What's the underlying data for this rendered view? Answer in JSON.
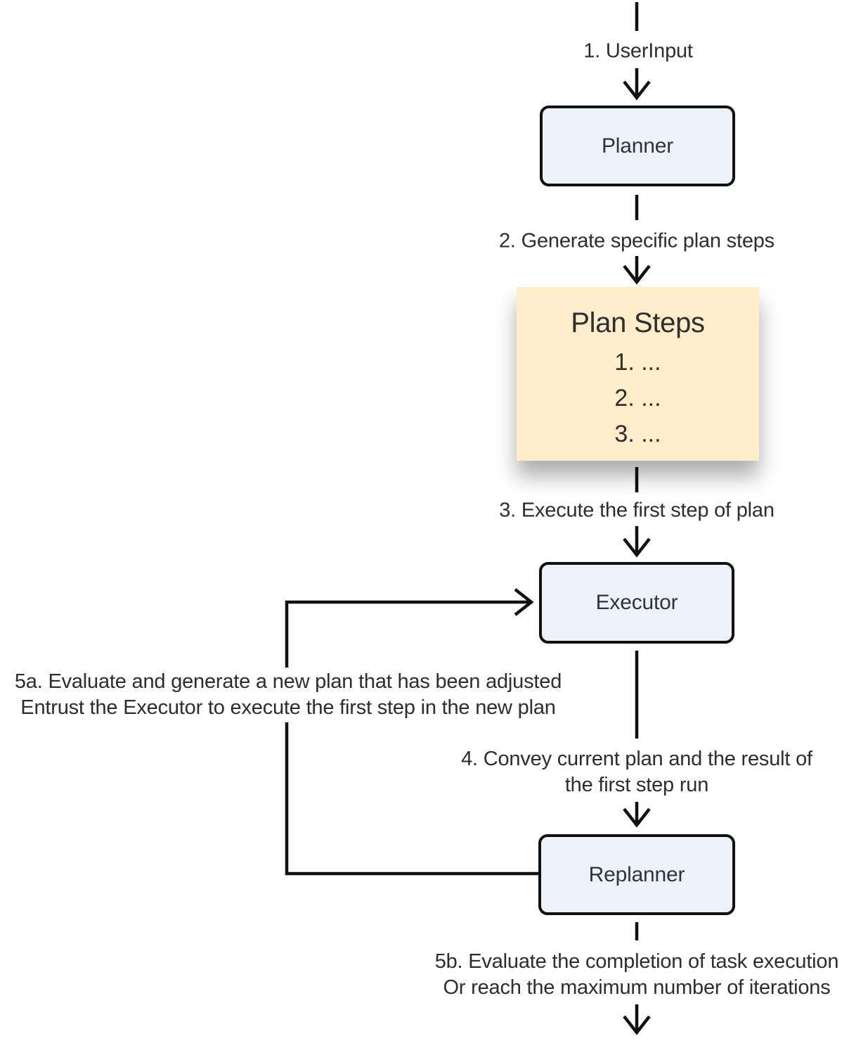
{
  "diagram": {
    "nodes": {
      "planner_label": "Planner",
      "executor_label": "Executor",
      "replanner_label": "Replanner",
      "plan_steps_title": "Plan Steps",
      "plan_steps_items": [
        "1. ...",
        "2. ...",
        "3. ..."
      ]
    },
    "edge_labels": {
      "step1": "1. UserInput",
      "step2": "2. Generate specific plan steps",
      "step3": "3. Execute the first step of plan",
      "step4_line1": "4. Convey current plan and the result of",
      "step4_line2": "the first step run",
      "step5a_line1": "5a. Evaluate and generate a new plan that has been adjusted",
      "step5a_line2": "Entrust the Executor to execute the first step in the new plan",
      "step5b_line1": "5b. Evaluate the completion of task execution",
      "step5b_line2": "Or reach the maximum number of iterations"
    },
    "colors": {
      "node_fill": "#edf1fa",
      "node_border": "#111111",
      "node_text": "#2b3440",
      "plan_steps_fill": "#fdedca",
      "plan_text": "#2e2e2e",
      "edge": "#111111",
      "label_text": "#2d2d2d"
    }
  }
}
